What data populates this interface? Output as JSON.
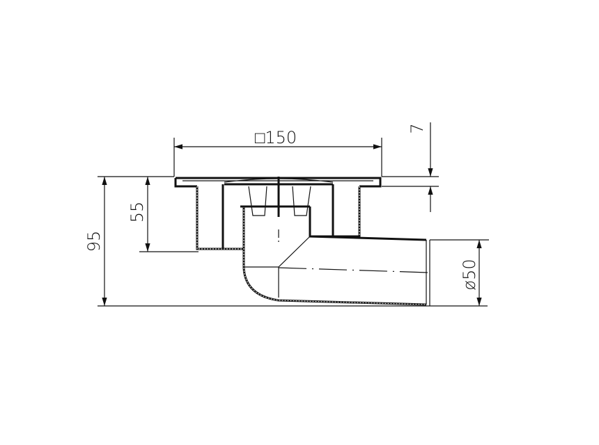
{
  "dimensions": {
    "width": "□150",
    "flange_height": "7",
    "total_height": "95",
    "body_height": "55",
    "outlet_diameter": "ø50"
  },
  "colors": {
    "line": "#111111",
    "background": "#ffffff"
  }
}
